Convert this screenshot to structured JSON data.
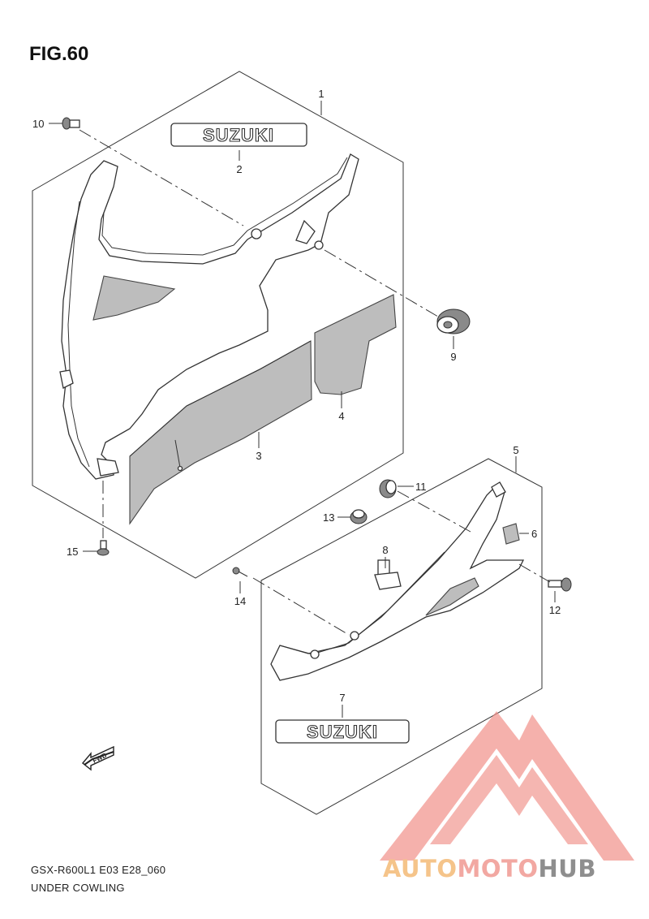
{
  "figure": {
    "title": "FIG.60",
    "model_code": "GSX-R600L1  E03  E28_060",
    "section_name": "UNDER COWLING"
  },
  "emblems": {
    "upper": "SUZUKI",
    "lower": "SUZUKI"
  },
  "fwd_arrow_label": "FWD",
  "callouts": [
    "1",
    "2",
    "3",
    "4",
    "5",
    "6",
    "7",
    "8",
    "9",
    "10",
    "11",
    "12",
    "13",
    "14",
    "15"
  ],
  "watermark": {
    "brand_part1": "AUTO",
    "brand_part2": "MOTO",
    "brand_part3": "HUB",
    "colors": {
      "auto": "#f5c48a",
      "moto": "#f2a8a2",
      "hub": "#8e8e8e",
      "triangle": "#f08c86"
    }
  }
}
